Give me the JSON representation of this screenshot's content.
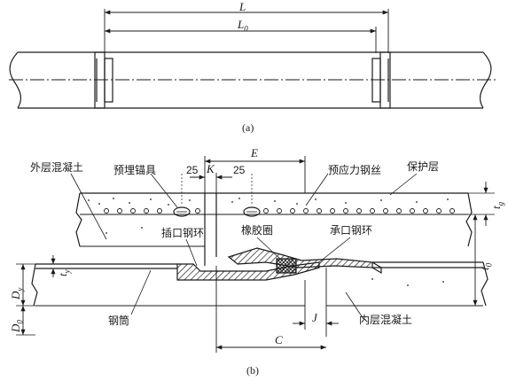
{
  "figure_a": {
    "dim_L": "L",
    "dim_L0": "L",
    "dim_L0_sub": "0",
    "caption": "(a)"
  },
  "figure_b": {
    "caption": "(b)",
    "labels": {
      "outer_concrete": "外层混凝土",
      "embedded_anchor": "预埋锚具",
      "prestressed_wire": "预应力钢丝",
      "protective_layer": "保护层",
      "spigot_ring": "插口钢环",
      "rubber_gasket": "橡胶圈",
      "socket_ring": "承口钢环",
      "steel_cylinder": "钢筒",
      "inner_concrete": "内层混凝土"
    },
    "dims": {
      "E": "E",
      "K": "K",
      "left_25": "25",
      "right_25": "25",
      "J": "J",
      "C": "C",
      "tg": "t",
      "tg_sub": "g",
      "t0": "t",
      "t0_sub": "0",
      "ty": "t",
      "ty_sub": "y",
      "Dy": "D",
      "Dy_sub": "y",
      "D0": "D",
      "D0_sub": "0"
    }
  },
  "colors": {
    "line": "#1a1a1a",
    "hatch": "#222222",
    "background": "#ffffff"
  }
}
